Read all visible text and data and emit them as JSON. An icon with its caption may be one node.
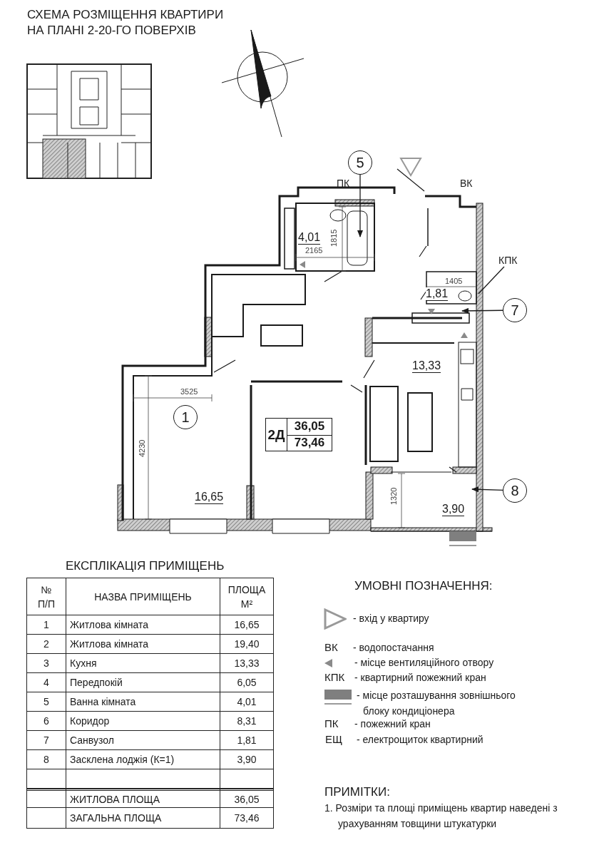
{
  "diagram": {
    "title": "СХЕМА РОЗМІЩЕННЯ КВАРТИРИ НА ПЛАНІ 2-20-ГО ПОВЕРХІВ",
    "nodes": [
      {
        "text": [
          "5"
        ]
      },
      {
        "text": [
          "КПК"
        ]
      },
      {
        "text": [
          "7"
        ]
      },
      {
        "text": [
          "1"
        ]
      },
      {
        "text": [
          "2Д",
          "36,05",
          "73,46"
        ]
      },
      {
        "text": [
          "8"
        ]
      }
    ],
    "edges": [
      {
        "from": 0,
        "to": null,
        "arrow": "to"
      },
      {
        "from": 1,
        "to": null,
        "arrow": "none"
      },
      {
        "from": 2,
        "to": null,
        "arrow": "to"
      },
      {
        "from": 5,
        "to": null,
        "arrow": "to"
      }
    ],
    "labels": [
      "ПК",
      "ВК",
      "4,01",
      "1815",
      "2165",
      "1405",
      "1,81",
      "13,33",
      "3525",
      "4230",
      "16,65",
      "1320",
      "3,90",
      "ЕКСПЛІКАЦІЯ ПРИМІЩЕНЬ",
      "№ П/П",
      "НАЗВА ПРИМІЩЕНЬ",
      "ПЛОЩА М²",
      "1",
      "Житлова кімната",
      "16,65",
      "2",
      "Житлова кімната",
      "19,40",
      "3",
      "Кухня",
      "13,33",
      "4",
      "Передпокій",
      "6,05",
      "5",
      "Ванна кімната",
      "4,01",
      "6",
      "Коридор",
      "8,31",
      "7",
      "Санвузол",
      "1,81",
      "8",
      "Засклена лоджія (К=1)",
      "3,90",
      "ЖИТЛОВА ПЛОЩА",
      "36,05",
      "ЗАГАЛЬНА ПЛОЩА",
      "73,46",
      "УМОВНІ ПОЗНАЧЕННЯ:",
      "ВК",
      "- водопостачання",
      "КПК",
      "- квартирний пожежний кран",
      "ПК",
      "- пожежний кран",
      "ЕЩ",
      "- електрощиток квартирний",
      "ПРИМІТКИ:",
      "1. Розміри та площі приміщень квартир наведені з урахуванням товщини штукатурки"
    ],
    "legend": [
      {
        "text": "- вхід у квартиру"
      },
      {
        "text": "- місце вентиляційного отвору"
      },
      {
        "text": "- місце розташування зовнішнього блоку кондиціонера",
        "color": "#7f7f7f"
      }
    ]
  }
}
